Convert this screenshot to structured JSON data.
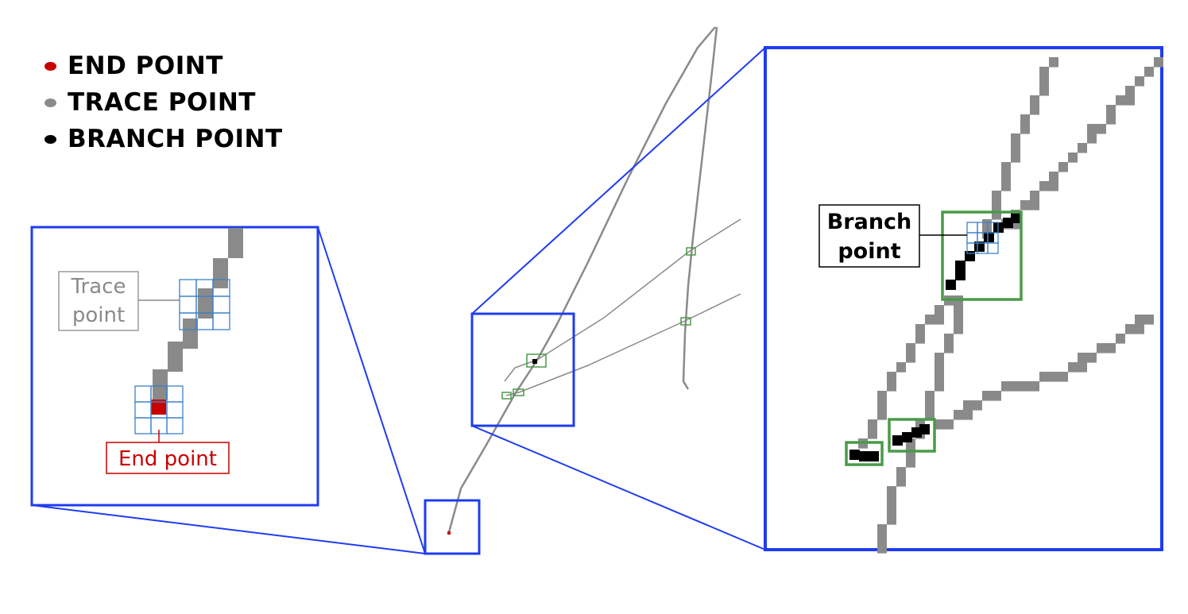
{
  "legend": {
    "items": [
      {
        "key": "end",
        "label": "END POINT",
        "color": "#c80000"
      },
      {
        "key": "trace",
        "label": "TRACE POINT",
        "color": "#8a8a8a"
      },
      {
        "key": "branch",
        "label": "BRANCH POINT",
        "color": "#000000"
      }
    ]
  },
  "callouts": {
    "trace_point": [
      "Trace",
      "point"
    ],
    "end_point": "End point",
    "branch_point": [
      "Branch",
      "point"
    ]
  },
  "colors": {
    "zoom_frame": "#1f3cf0",
    "grid": "#3c82c8",
    "detection_box": "#4a9a48",
    "trace": "#8a8a8a",
    "end": "#c80000",
    "branch": "#000000"
  }
}
